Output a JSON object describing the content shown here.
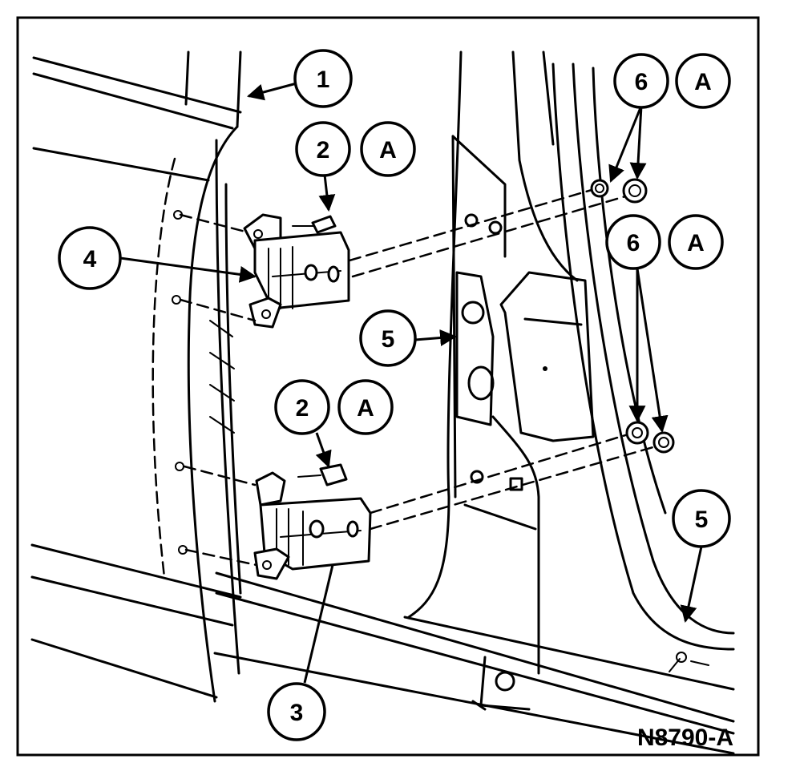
{
  "figure_id": "N8790-A",
  "callouts": {
    "c1": "1",
    "c2_upper": "2",
    "a_upper_left": "A",
    "c4": "4",
    "c2_lower": "2",
    "a_lower_left": "A",
    "c3": "3",
    "c5_mid": "5",
    "c5_right": "5",
    "c6_upper": "6",
    "a_upper_right": "A",
    "c6_lower": "6",
    "a_lower_right": "A"
  }
}
